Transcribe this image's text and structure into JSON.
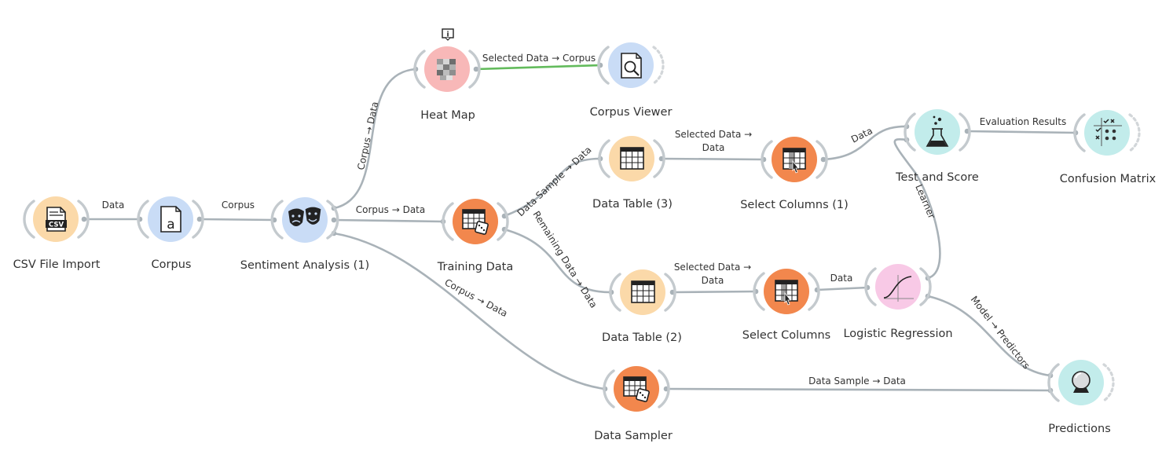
{
  "colors": {
    "orange_light": "#fbd9a9",
    "orange_dark": "#f2874d",
    "blue": "#c9dcf6",
    "red": "#f8b8b8",
    "teal": "#c2eceb",
    "pink": "#f8c9e6",
    "link": "#a9b2b8",
    "link_active": "#63bb5c"
  },
  "nodes": {
    "csv": {
      "label": "CSV File Import",
      "icon": "csv-file-icon"
    },
    "corpus": {
      "label": "Corpus",
      "icon": "corpus-document-icon"
    },
    "sentiment": {
      "label": "Sentiment Analysis (1)",
      "icon": "theater-masks-icon"
    },
    "heatmap": {
      "label": "Heat Map",
      "icon": "heatmap-icon",
      "info_badge": "i"
    },
    "corpusviewer": {
      "label": "Corpus Viewer",
      "icon": "magnifier-document-icon"
    },
    "training": {
      "label": "Training Data",
      "icon": "table-dice-icon"
    },
    "dt3": {
      "label": "Data Table (3)",
      "icon": "table-icon"
    },
    "dt2": {
      "label": "Data Table (2)",
      "icon": "table-icon"
    },
    "selcols1": {
      "label": "Select Columns (1)",
      "icon": "select-columns-icon"
    },
    "selcols": {
      "label": "Select Columns",
      "icon": "select-columns-icon"
    },
    "testscore": {
      "label": "Test and Score",
      "icon": "flask-icon"
    },
    "confusion": {
      "label": "Confusion Matrix",
      "icon": "confusion-matrix-icon"
    },
    "logreg": {
      "label": "Logistic Regression",
      "icon": "sigmoid-curve-icon"
    },
    "sampler": {
      "label": "Data Sampler",
      "icon": "table-dice-icon"
    },
    "predictions": {
      "label": "Predictions",
      "icon": "crystal-ball-icon"
    }
  },
  "links": {
    "csv_corpus": "Data",
    "corpus_sentiment": "Corpus",
    "sentiment_heatmap": "Corpus → Data",
    "heatmap_corpusviewer": "Selected Data → Corpus",
    "sentiment_training": "Corpus → Data",
    "training_dt3": "Data Sample → Data",
    "training_dt2": "Remaining Data → Data",
    "dt3_selcols1_line1": "Selected Data →",
    "dt3_selcols1_line2": "Data",
    "dt2_selcols_line1": "Selected Data →",
    "dt2_selcols_line2": "Data",
    "selcols1_testscore": "Data",
    "selcols_logreg": "Data",
    "logreg_testscore": "Learner",
    "testscore_confusion": "Evaluation Results",
    "logreg_predictions": "Model → Predictors",
    "sentiment_sampler": "Corpus → Data",
    "sampler_predictions": "Data Sample → Data"
  }
}
